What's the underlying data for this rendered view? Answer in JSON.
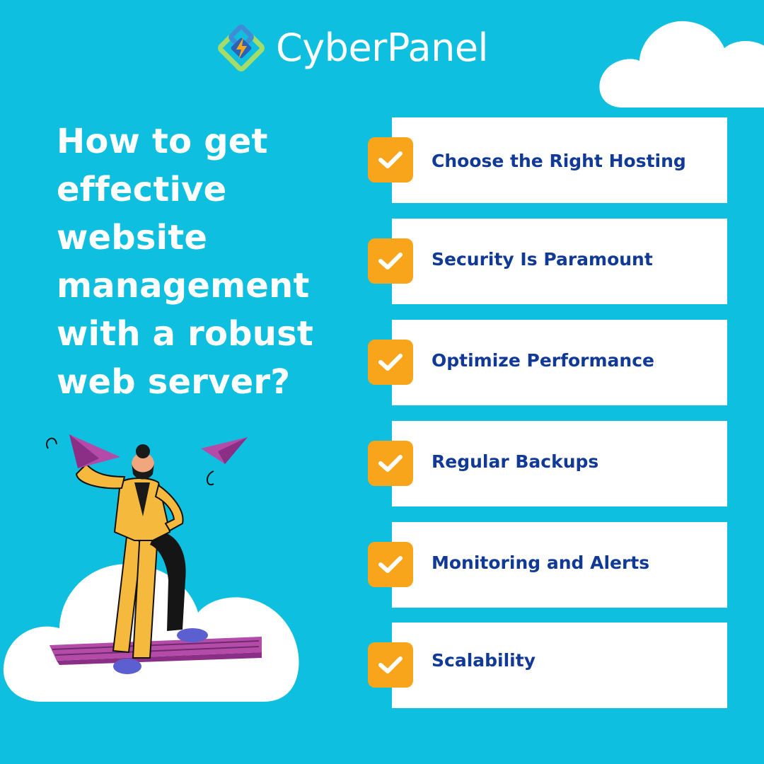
{
  "brand": {
    "name": "CyberPanel",
    "logo_icon": "cyberpanel-diamond-bolt-icon"
  },
  "headline": "How to get effective website management with a robust web server?",
  "checklist": [
    {
      "label": " Choose the Right Hosting",
      "icon": "checkmark-icon"
    },
    {
      "label": "Security Is Paramount",
      "icon": "checkmark-icon"
    },
    {
      "label": "Optimize Performance",
      "icon": "checkmark-icon"
    },
    {
      "label": "Regular Backups",
      "icon": "checkmark-icon"
    },
    {
      "label": "Monitoring and Alerts",
      "icon": "checkmark-icon"
    },
    {
      "label": "Scalability",
      "icon": "checkmark-icon"
    }
  ],
  "colors": {
    "background": "#0fbfe0",
    "card": "#ffffff",
    "check": "#f9a51c",
    "item_text": "#113a97",
    "headline_text": "#ffffff"
  }
}
